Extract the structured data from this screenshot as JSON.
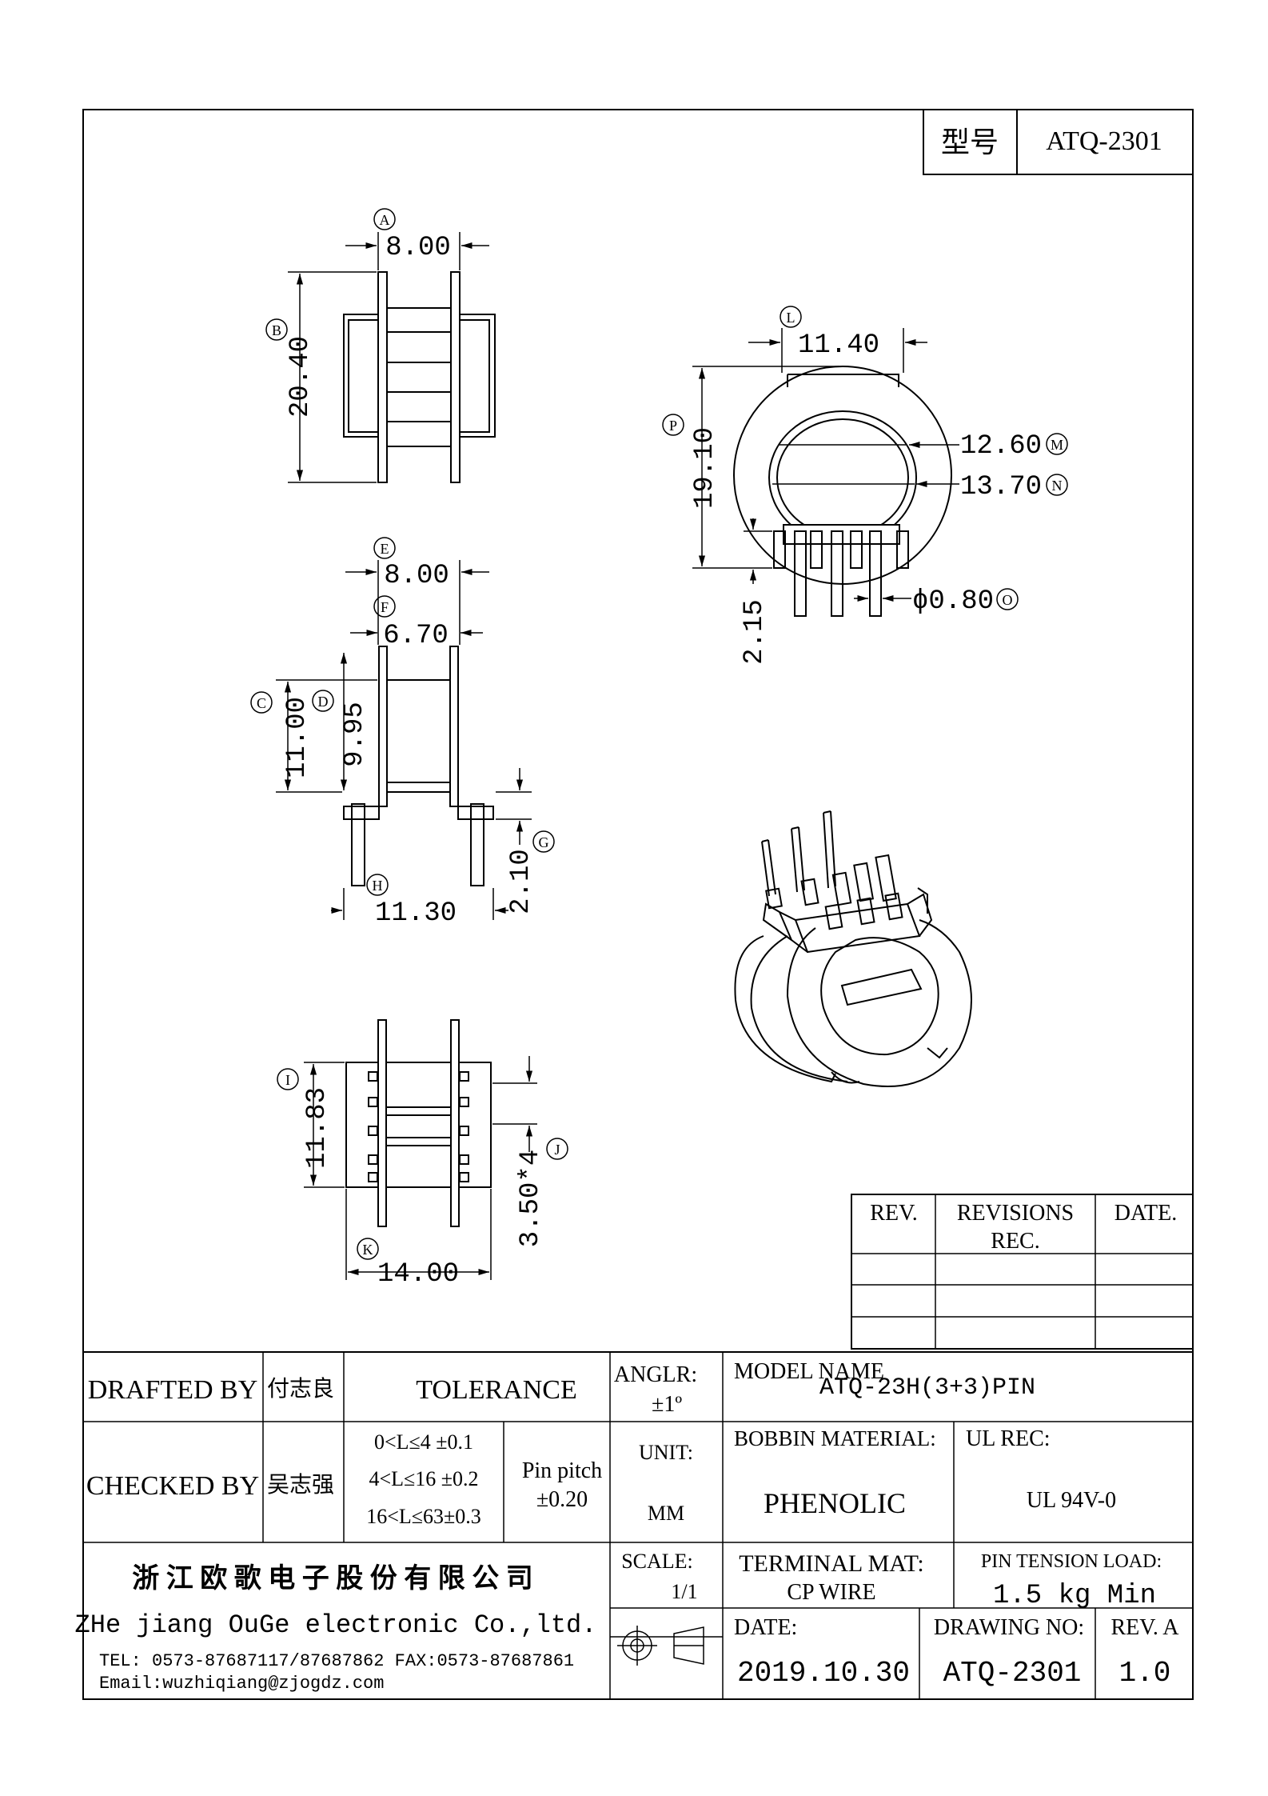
{
  "model_box": {
    "label": "型号",
    "value": "ATQ-2301"
  },
  "views": {
    "view1": {
      "a_label": "A",
      "a_value": "8.00",
      "b_label": "B",
      "b_value": "20.40"
    },
    "view2": {
      "e_label": "E",
      "e_value": "8.00",
      "f_label": "F",
      "f_value": "6.70",
      "c_label": "C",
      "c_value": "11.00",
      "d_label": "D",
      "d_value": "9.95",
      "g_label": "G",
      "g_value": "2.10",
      "h_label": "H",
      "h_value": "11.30"
    },
    "view3": {
      "i_label": "I",
      "i_value": "11.83",
      "j_label": "J",
      "j_value": "3.50*4",
      "k_label": "K",
      "k_value": "14.00"
    },
    "view4": {
      "l_label": "L",
      "l_value": "11.40",
      "m_label": "M",
      "m_value": "12.60",
      "n_label": "N",
      "n_value": "13.70",
      "p_label": "P",
      "p_value": "19.10",
      "pin_len_value": "2.15",
      "o_label": "O",
      "o_value": "ϕ0.80"
    }
  },
  "revisions": {
    "col_rev": "REV.",
    "col_rec_1": "REVISIONS",
    "col_rec_2": "REC.",
    "col_date": "DATE."
  },
  "title_block": {
    "drafted_by_label": "DRAFTED BY",
    "drafted_by_name": "付志良",
    "checked_by_label": "CHECKED BY",
    "checked_by_name": "吴志强",
    "tolerance_label": "TOLERANCE",
    "tol_row1": "0<L≤4  ±0.1",
    "tol_row2": "4<L≤16 ±0.2",
    "tol_row3": "16<L≤63±0.3",
    "pin_pitch_label": "Pin pitch",
    "pin_pitch_value": "±0.20",
    "angle_label": "ANGLR:",
    "angle_value": "±1º",
    "unit_label": "UNIT:",
    "unit_value": "MM",
    "scale_label": "SCALE:",
    "scale_value": "1/1",
    "model_name_label": "MODEL NAME",
    "model_name_value": "ATQ-23H(3+3)PIN",
    "bobbin_material_label": "BOBBIN MATERIAL:",
    "bobbin_material_value": "PHENOLIC",
    "ul_rec_label": "UL REC:",
    "ul_rec_value": "UL 94V-0",
    "terminal_mat_label": "TERMINAL MAT:",
    "terminal_mat_value": "CP  WIRE",
    "pin_tension_label": "PIN  TENSION  LOAD:",
    "pin_tension_value": "1.5 kg Min",
    "date_label": "DATE:",
    "date_value": "2019.10.30",
    "drawing_no_label": "DRAWING NO:",
    "drawing_no_value": "ATQ-2301",
    "rev_label": "REV. A",
    "rev_value": "1.0"
  },
  "company": {
    "name_cn": "浙 江 欧 歌 电 子 股 份 有 限 公 司",
    "name_en": "ZHe jiang OuGe electronic Co.,ltd.",
    "contact": "TEL: 0573-87687117/87687862  FAX:0573-87687861",
    "email": "Email:wuzhiqiang@zjogdz.com"
  }
}
